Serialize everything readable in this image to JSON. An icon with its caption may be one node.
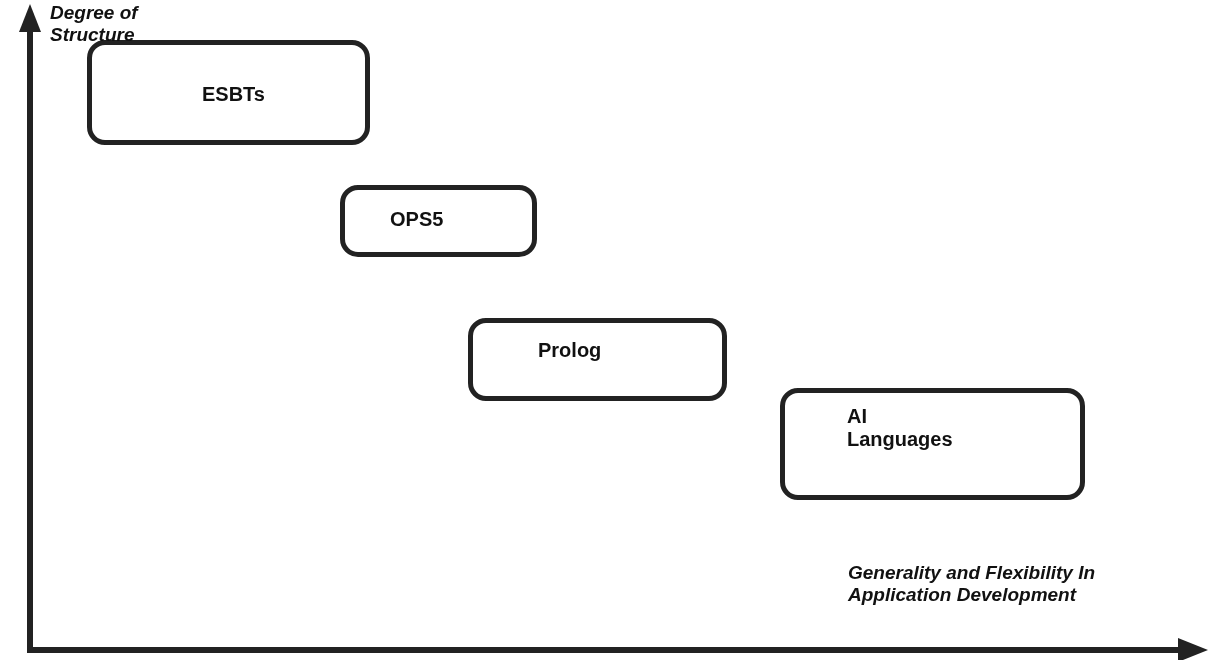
{
  "diagram": {
    "nodes": [
      {
        "text": [
          "ESBTs"
        ]
      },
      {
        "text": [
          "OPS5"
        ]
      },
      {
        "text": [
          "Prolog"
        ]
      },
      {
        "text": [
          "AI Languages"
        ]
      }
    ],
    "edges": [],
    "labels": [
      "Degree of Structure",
      "Generality and Flexibility In Application Development"
    ]
  }
}
